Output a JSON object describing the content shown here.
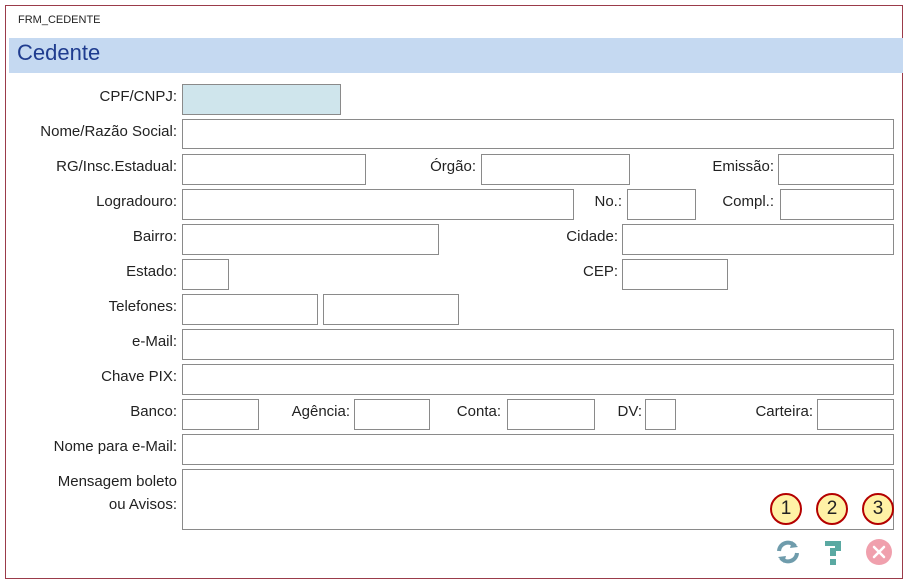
{
  "window": {
    "title": "FRM_CEDENTE"
  },
  "form": {
    "heading": "Cedente",
    "labels": {
      "cpf_cnpj": "CPF/CNPJ:",
      "nome_razao": "Nome/Razão Social:",
      "rg": "RG/Insc.Estadual:",
      "orgao": "Órgão:",
      "emissao": "Emissão:",
      "logradouro": "Logradouro:",
      "numero": "No.:",
      "compl": "Compl.:",
      "bairro": "Bairro:",
      "cidade": "Cidade:",
      "estado": "Estado:",
      "cep": "CEP:",
      "telefones": "Telefones:",
      "email": "e-Mail:",
      "chave_pix": "Chave PIX:",
      "banco": "Banco:",
      "agencia": "Agência:",
      "conta": "Conta:",
      "dv": "DV:",
      "carteira": "Carteira:",
      "nome_email": "Nome para  e-Mail:",
      "mensagem_1": "Mensagem boleto",
      "mensagem_2": "ou Avisos:"
    },
    "values": {
      "cpf_cnpj": "",
      "nome_razao": "",
      "rg": "",
      "orgao": "",
      "emissao": "",
      "logradouro": "",
      "numero": "",
      "compl": "",
      "bairro": "",
      "cidade": "",
      "estado": "",
      "cep": "",
      "telefone_1": "",
      "telefone_2": "",
      "email": "",
      "chave_pix": "",
      "banco": "",
      "agencia": "",
      "conta": "",
      "dv": "",
      "carteira": "",
      "nome_email": "",
      "mensagem": ""
    }
  },
  "actions": {
    "badges": [
      "1",
      "2",
      "3"
    ],
    "icons": [
      "refresh-icon",
      "help-icon",
      "close-icon"
    ]
  },
  "colors": {
    "header_band": "#c5d9f1",
    "heading_text": "#1f3c8f",
    "cpf_field": "#cfe5ec",
    "badge_fill": "#fff2a6",
    "badge_border": "#b40000",
    "frame_border": "#9b3b4a"
  }
}
